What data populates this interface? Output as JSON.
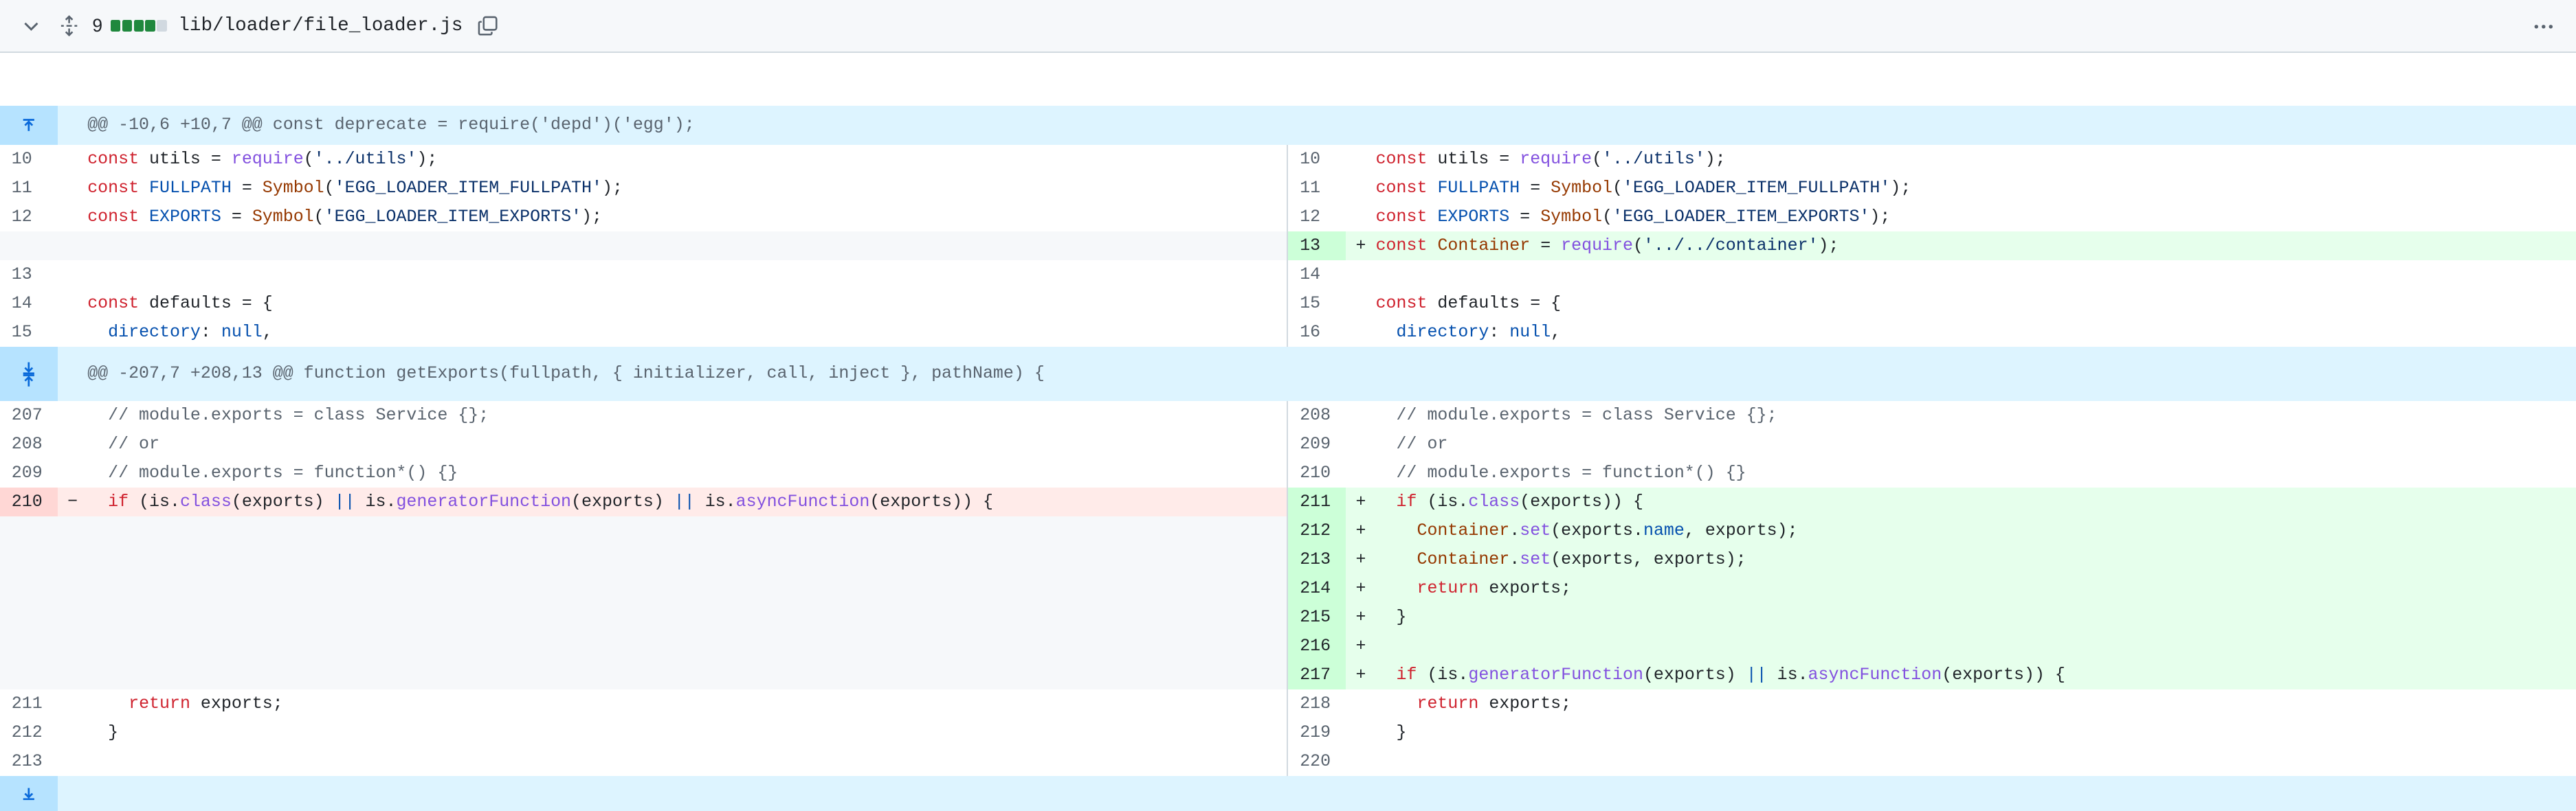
{
  "file": {
    "changes_count": "9",
    "bar_colors": {
      "additions": "#1f883d",
      "neutral": "#d1d9e0"
    },
    "path": "lib/loader/file_loader.js",
    "icons": [
      "chevron-down-icon",
      "unfold-icon",
      "copy-icon",
      "kebab-horizontal-icon"
    ]
  },
  "hunks": [
    {
      "header": "@@ -10,6 +10,7 @@ const deprecate = require('depd')('egg');"
    },
    {
      "header": "@@ -207,7 +208,13 @@ function getExports(fullpath, { initializer, call, inject }, pathName) {"
    }
  ],
  "rows": [
    {
      "type": "hunk",
      "hunk": 0,
      "expand": "up"
    },
    {
      "type": "ctx",
      "ln": "10",
      "rn": "10",
      "code": [
        [
          "kw",
          "const"
        ],
        [
          "plain",
          " utils = "
        ],
        [
          "fn",
          "require"
        ],
        [
          "plain",
          "("
        ],
        [
          "str",
          "'../utils'"
        ],
        [
          "plain",
          ");"
        ]
      ]
    },
    {
      "type": "ctx",
      "ln": "11",
      "rn": "11",
      "code": [
        [
          "kw",
          "const"
        ],
        [
          "plain",
          " "
        ],
        [
          "cst",
          "FULLPATH"
        ],
        [
          "plain",
          " = "
        ],
        [
          "ent",
          "Symbol"
        ],
        [
          "plain",
          "("
        ],
        [
          "str",
          "'EGG_LOADER_ITEM_FULLPATH'"
        ],
        [
          "plain",
          ");"
        ]
      ]
    },
    {
      "type": "ctx",
      "ln": "12",
      "rn": "12",
      "code": [
        [
          "kw",
          "const"
        ],
        [
          "plain",
          " "
        ],
        [
          "cst",
          "EXPORTS"
        ],
        [
          "plain",
          " = "
        ],
        [
          "ent",
          "Symbol"
        ],
        [
          "plain",
          "("
        ],
        [
          "str",
          "'EGG_LOADER_ITEM_EXPORTS'"
        ],
        [
          "plain",
          ");"
        ]
      ]
    },
    {
      "type": "add",
      "rn": "13",
      "code": [
        [
          "kw",
          "const"
        ],
        [
          "plain",
          " "
        ],
        [
          "ent",
          "Container"
        ],
        [
          "plain",
          " = "
        ],
        [
          "fn",
          "require"
        ],
        [
          "plain",
          "("
        ],
        [
          "str",
          "'../../container'"
        ],
        [
          "plain",
          ");"
        ]
      ]
    },
    {
      "type": "ctx",
      "ln": "13",
      "rn": "14",
      "code": []
    },
    {
      "type": "ctx",
      "ln": "14",
      "rn": "15",
      "code": [
        [
          "kw",
          "const"
        ],
        [
          "plain",
          " defaults = {"
        ]
      ]
    },
    {
      "type": "ctx",
      "ln": "15",
      "rn": "16",
      "code": [
        [
          "plain",
          "  "
        ],
        [
          "cst",
          "directory"
        ],
        [
          "plain",
          ": "
        ],
        [
          "cst",
          "null"
        ],
        [
          "plain",
          ","
        ]
      ]
    },
    {
      "type": "hunk",
      "hunk": 1,
      "expand": "both"
    },
    {
      "type": "ctx",
      "ln": "207",
      "rn": "208",
      "code": [
        [
          "com",
          "  // module.exports = class Service {};"
        ]
      ]
    },
    {
      "type": "ctx",
      "ln": "208",
      "rn": "209",
      "code": [
        [
          "com",
          "  // or"
        ]
      ]
    },
    {
      "type": "ctx",
      "ln": "209",
      "rn": "210",
      "code": [
        [
          "com",
          "  // module.exports = function*() {}"
        ]
      ]
    },
    {
      "type": "change",
      "ln": "210",
      "rn": "211",
      "lcode": [
        [
          "plain",
          "  "
        ],
        [
          "kw",
          "if"
        ],
        [
          "plain",
          " (is."
        ],
        [
          "fn",
          "class"
        ],
        [
          "plain",
          "(exports) "
        ],
        [
          "cst",
          "||"
        ],
        [
          "plain",
          " is."
        ],
        [
          "fn",
          "generatorFunction"
        ],
        [
          "plain",
          "(exports) "
        ],
        [
          "cst",
          "||"
        ],
        [
          "plain",
          " is."
        ],
        [
          "fn",
          "asyncFunction"
        ],
        [
          "plain",
          "(exports)) {"
        ]
      ],
      "rcode": [
        [
          "plain",
          "  "
        ],
        [
          "kw",
          "if"
        ],
        [
          "plain",
          " (is."
        ],
        [
          "fn",
          "class"
        ],
        [
          "plain",
          "(exports)) {"
        ]
      ]
    },
    {
      "type": "add",
      "rn": "212",
      "code": [
        [
          "plain",
          "    "
        ],
        [
          "ent",
          "Container"
        ],
        [
          "plain",
          "."
        ],
        [
          "fn",
          "set"
        ],
        [
          "plain",
          "(exports."
        ],
        [
          "cst",
          "name"
        ],
        [
          "plain",
          ", exports);"
        ]
      ]
    },
    {
      "type": "add",
      "rn": "213",
      "code": [
        [
          "plain",
          "    "
        ],
        [
          "ent",
          "Container"
        ],
        [
          "plain",
          "."
        ],
        [
          "fn",
          "set"
        ],
        [
          "plain",
          "(exports, exports);"
        ]
      ]
    },
    {
      "type": "add",
      "rn": "214",
      "code": [
        [
          "plain",
          "    "
        ],
        [
          "kw",
          "return"
        ],
        [
          "plain",
          " exports;"
        ]
      ]
    },
    {
      "type": "add",
      "rn": "215",
      "code": [
        [
          "plain",
          "  }"
        ]
      ]
    },
    {
      "type": "add",
      "rn": "216",
      "code": []
    },
    {
      "type": "add",
      "rn": "217",
      "code": [
        [
          "plain",
          "  "
        ],
        [
          "kw",
          "if"
        ],
        [
          "plain",
          " (is."
        ],
        [
          "fn",
          "generatorFunction"
        ],
        [
          "plain",
          "(exports) "
        ],
        [
          "cst",
          "||"
        ],
        [
          "plain",
          " is."
        ],
        [
          "fn",
          "asyncFunction"
        ],
        [
          "plain",
          "(exports)) {"
        ]
      ]
    },
    {
      "type": "ctx",
      "ln": "211",
      "rn": "218",
      "code": [
        [
          "plain",
          "    "
        ],
        [
          "kw",
          "return"
        ],
        [
          "plain",
          " exports;"
        ]
      ]
    },
    {
      "type": "ctx",
      "ln": "212",
      "rn": "219",
      "code": [
        [
          "plain",
          "  }"
        ]
      ]
    },
    {
      "type": "ctx",
      "ln": "213",
      "rn": "220",
      "code": []
    },
    {
      "type": "hunk-end",
      "expand": "down"
    }
  ]
}
